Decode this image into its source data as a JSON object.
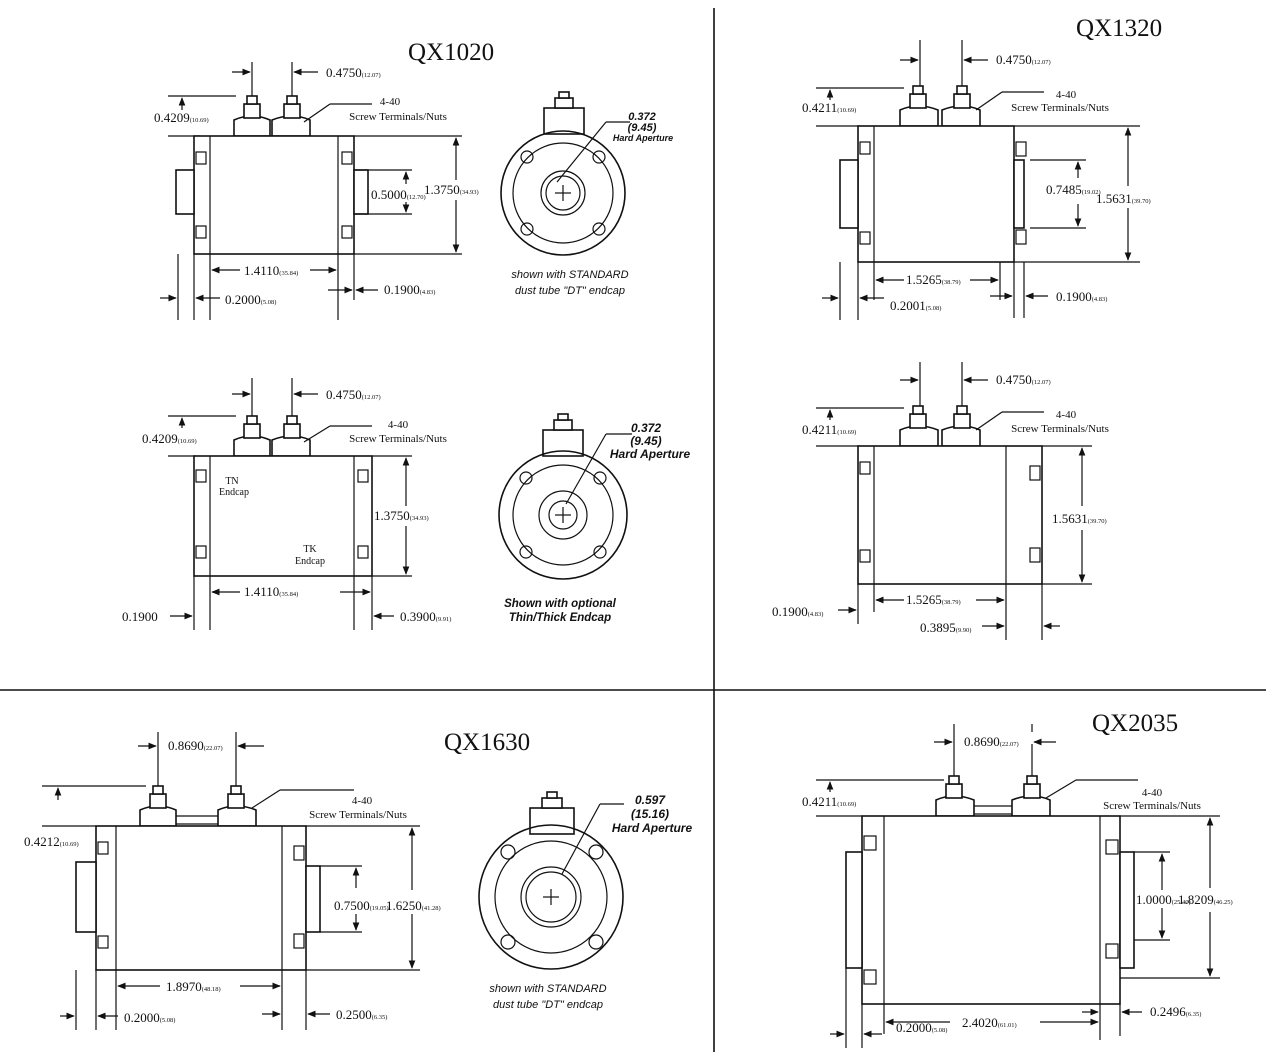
{
  "colors": {
    "line": "#111111",
    "background": "#ffffff"
  },
  "drawings": {
    "qx1020": {
      "title": "QX1020",
      "pitch": {
        "val": "0.4750",
        "mm": "(12.07)"
      },
      "height": {
        "val": "0.4209",
        "mm": "(10.69)"
      },
      "terminal_label_1": "4-40",
      "terminal_label_2": "Screw Terminals/Nuts",
      "inner": {
        "val": "0.5000",
        "mm": "(12.70)"
      },
      "outer": {
        "val": "1.3750",
        "mm": "(34.93)"
      },
      "length": {
        "val": "1.4110",
        "mm": "(35.84)"
      },
      "left_cap": {
        "val": "0.2000",
        "mm": "(5.08)"
      },
      "right_cap": {
        "val": "0.1900",
        "mm": "(4.83)"
      },
      "aperture": {
        "val": "0.372",
        "mm": "(9.45)",
        "label": "Hard Aperture"
      },
      "note_1": "shown with STANDARD",
      "note_2": "dust tube \"DT\" endcap"
    },
    "qx1020_thin": {
      "pitch": {
        "val": "0.4750",
        "mm": "(12.07)"
      },
      "height": {
        "val": "0.4209",
        "mm": "(10.69)"
      },
      "terminal_label_1": "4-40",
      "terminal_label_2": "Screw Terminals/Nuts",
      "tn_1": "TN",
      "tn_2": "Endcap",
      "tk_1": "TK",
      "tk_2": "Endcap",
      "outer": {
        "val": "1.3750",
        "mm": "(34.93)"
      },
      "length": {
        "val": "1.4110",
        "mm": "(35.84)"
      },
      "left_cap": {
        "val": "0.1900",
        "mm": ""
      },
      "right_cap": {
        "val": "0.3900",
        "mm": "(9.91)"
      },
      "aperture": {
        "val": "0.372",
        "mm": "(9.45)",
        "label": "Hard Aperture"
      },
      "note_1": "Shown with optional",
      "note_2": "Thin/Thick Endcap"
    },
    "qx1320": {
      "title": "QX1320",
      "pitch": {
        "val": "0.4750",
        "mm": "(12.07)"
      },
      "height": {
        "val": "0.4211",
        "mm": "(10.69)"
      },
      "terminal_label_1": "4-40",
      "terminal_label_2": "Screw Terminals/Nuts",
      "inner": {
        "val": "0.7485",
        "mm": "(19.02)"
      },
      "outer": {
        "val": "1.5631",
        "mm": "(39.70)"
      },
      "length": {
        "val": "1.5265",
        "mm": "(38.79)"
      },
      "left_cap": {
        "val": "0.2001",
        "mm": "(5.08)"
      },
      "right_cap": {
        "val": "0.1900",
        "mm": "(4.83)"
      }
    },
    "qx1320_thin": {
      "pitch": {
        "val": "0.4750",
        "mm": "(12.07)"
      },
      "height": {
        "val": "0.4211",
        "mm": "(10.69)"
      },
      "terminal_label_1": "4-40",
      "terminal_label_2": "Screw Terminals/Nuts",
      "outer": {
        "val": "1.5631",
        "mm": "(39.70)"
      },
      "length": {
        "val": "1.5265",
        "mm": "(38.79)"
      },
      "left_cap": {
        "val": "0.1900",
        "mm": "(4.83)"
      },
      "right_cap": {
        "val": "0.3895",
        "mm": "(9.90)"
      }
    },
    "qx1630": {
      "title": "QX1630",
      "pitch": {
        "val": "0.8690",
        "mm": "(22.07)"
      },
      "height": {
        "val": "0.4212",
        "mm": "(10.69)"
      },
      "terminal_label_1": "4-40",
      "terminal_label_2": "Screw Terminals/Nuts",
      "inner": {
        "val": "0.7500",
        "mm": "(19.05)"
      },
      "outer": {
        "val": "1.6250",
        "mm": "(41.28)"
      },
      "length": {
        "val": "1.8970",
        "mm": "(48.18)"
      },
      "left_cap": {
        "val": "0.2000",
        "mm": "(5.08)"
      },
      "right_cap": {
        "val": "0.2500",
        "mm": "(6.35)"
      },
      "aperture": {
        "val": "0.597",
        "mm": "(15.16)",
        "label": "Hard Aperture"
      },
      "note_1": "shown with STANDARD",
      "note_2": "dust tube \"DT\" endcap"
    },
    "qx2035": {
      "title": "QX2035",
      "pitch": {
        "val": "0.8690",
        "mm": "(22.07)"
      },
      "height": {
        "val": "0.4211",
        "mm": "(10.69)"
      },
      "terminal_label_1": "4-40",
      "terminal_label_2": "Screw Terminals/Nuts",
      "inner": {
        "val": "1.0000",
        "mm": "(25.40)"
      },
      "outer": {
        "val": "1.8209",
        "mm": "(46.25)"
      },
      "length": {
        "val": "2.4020",
        "mm": "(61.01)"
      },
      "left_cap": {
        "val": "0.2000",
        "mm": "(5.08)"
      },
      "right_cap": {
        "val": "0.2496",
        "mm": "(6.35)"
      }
    }
  }
}
